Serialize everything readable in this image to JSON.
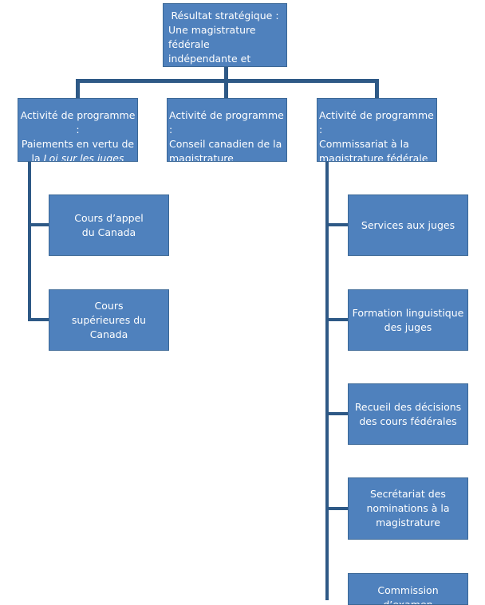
{
  "root": {
    "title": "Résultat stratégique :",
    "body": "Une magistrature fédérale indépendante et efficace."
  },
  "activities": [
    {
      "label": "Activité de programme :",
      "line2": "Paiements en vertu de",
      "line3_prefix": "la ",
      "line3_italic": "Loi sur les juges"
    },
    {
      "label": "Activité de programme :",
      "text": "Conseil canadien de la magistrature"
    },
    {
      "label": "Activité de programme :",
      "text": "Commissariat à la magistrature fédérale"
    }
  ],
  "left_children": [
    "Cours d’appel du Canada",
    "Cours supérieures du Canada"
  ],
  "right_children": [
    "Services aux juges",
    "Formation linguistique des juges",
    "Recueil des décisions des cours fédérales",
    "Secrétariat des nominations à la magistrature",
    "Commission d’examen"
  ],
  "colors": {
    "box_fill": "#4f81bd",
    "box_border": "#3a6796",
    "connector": "#2e5986",
    "text": "#ffffff"
  }
}
